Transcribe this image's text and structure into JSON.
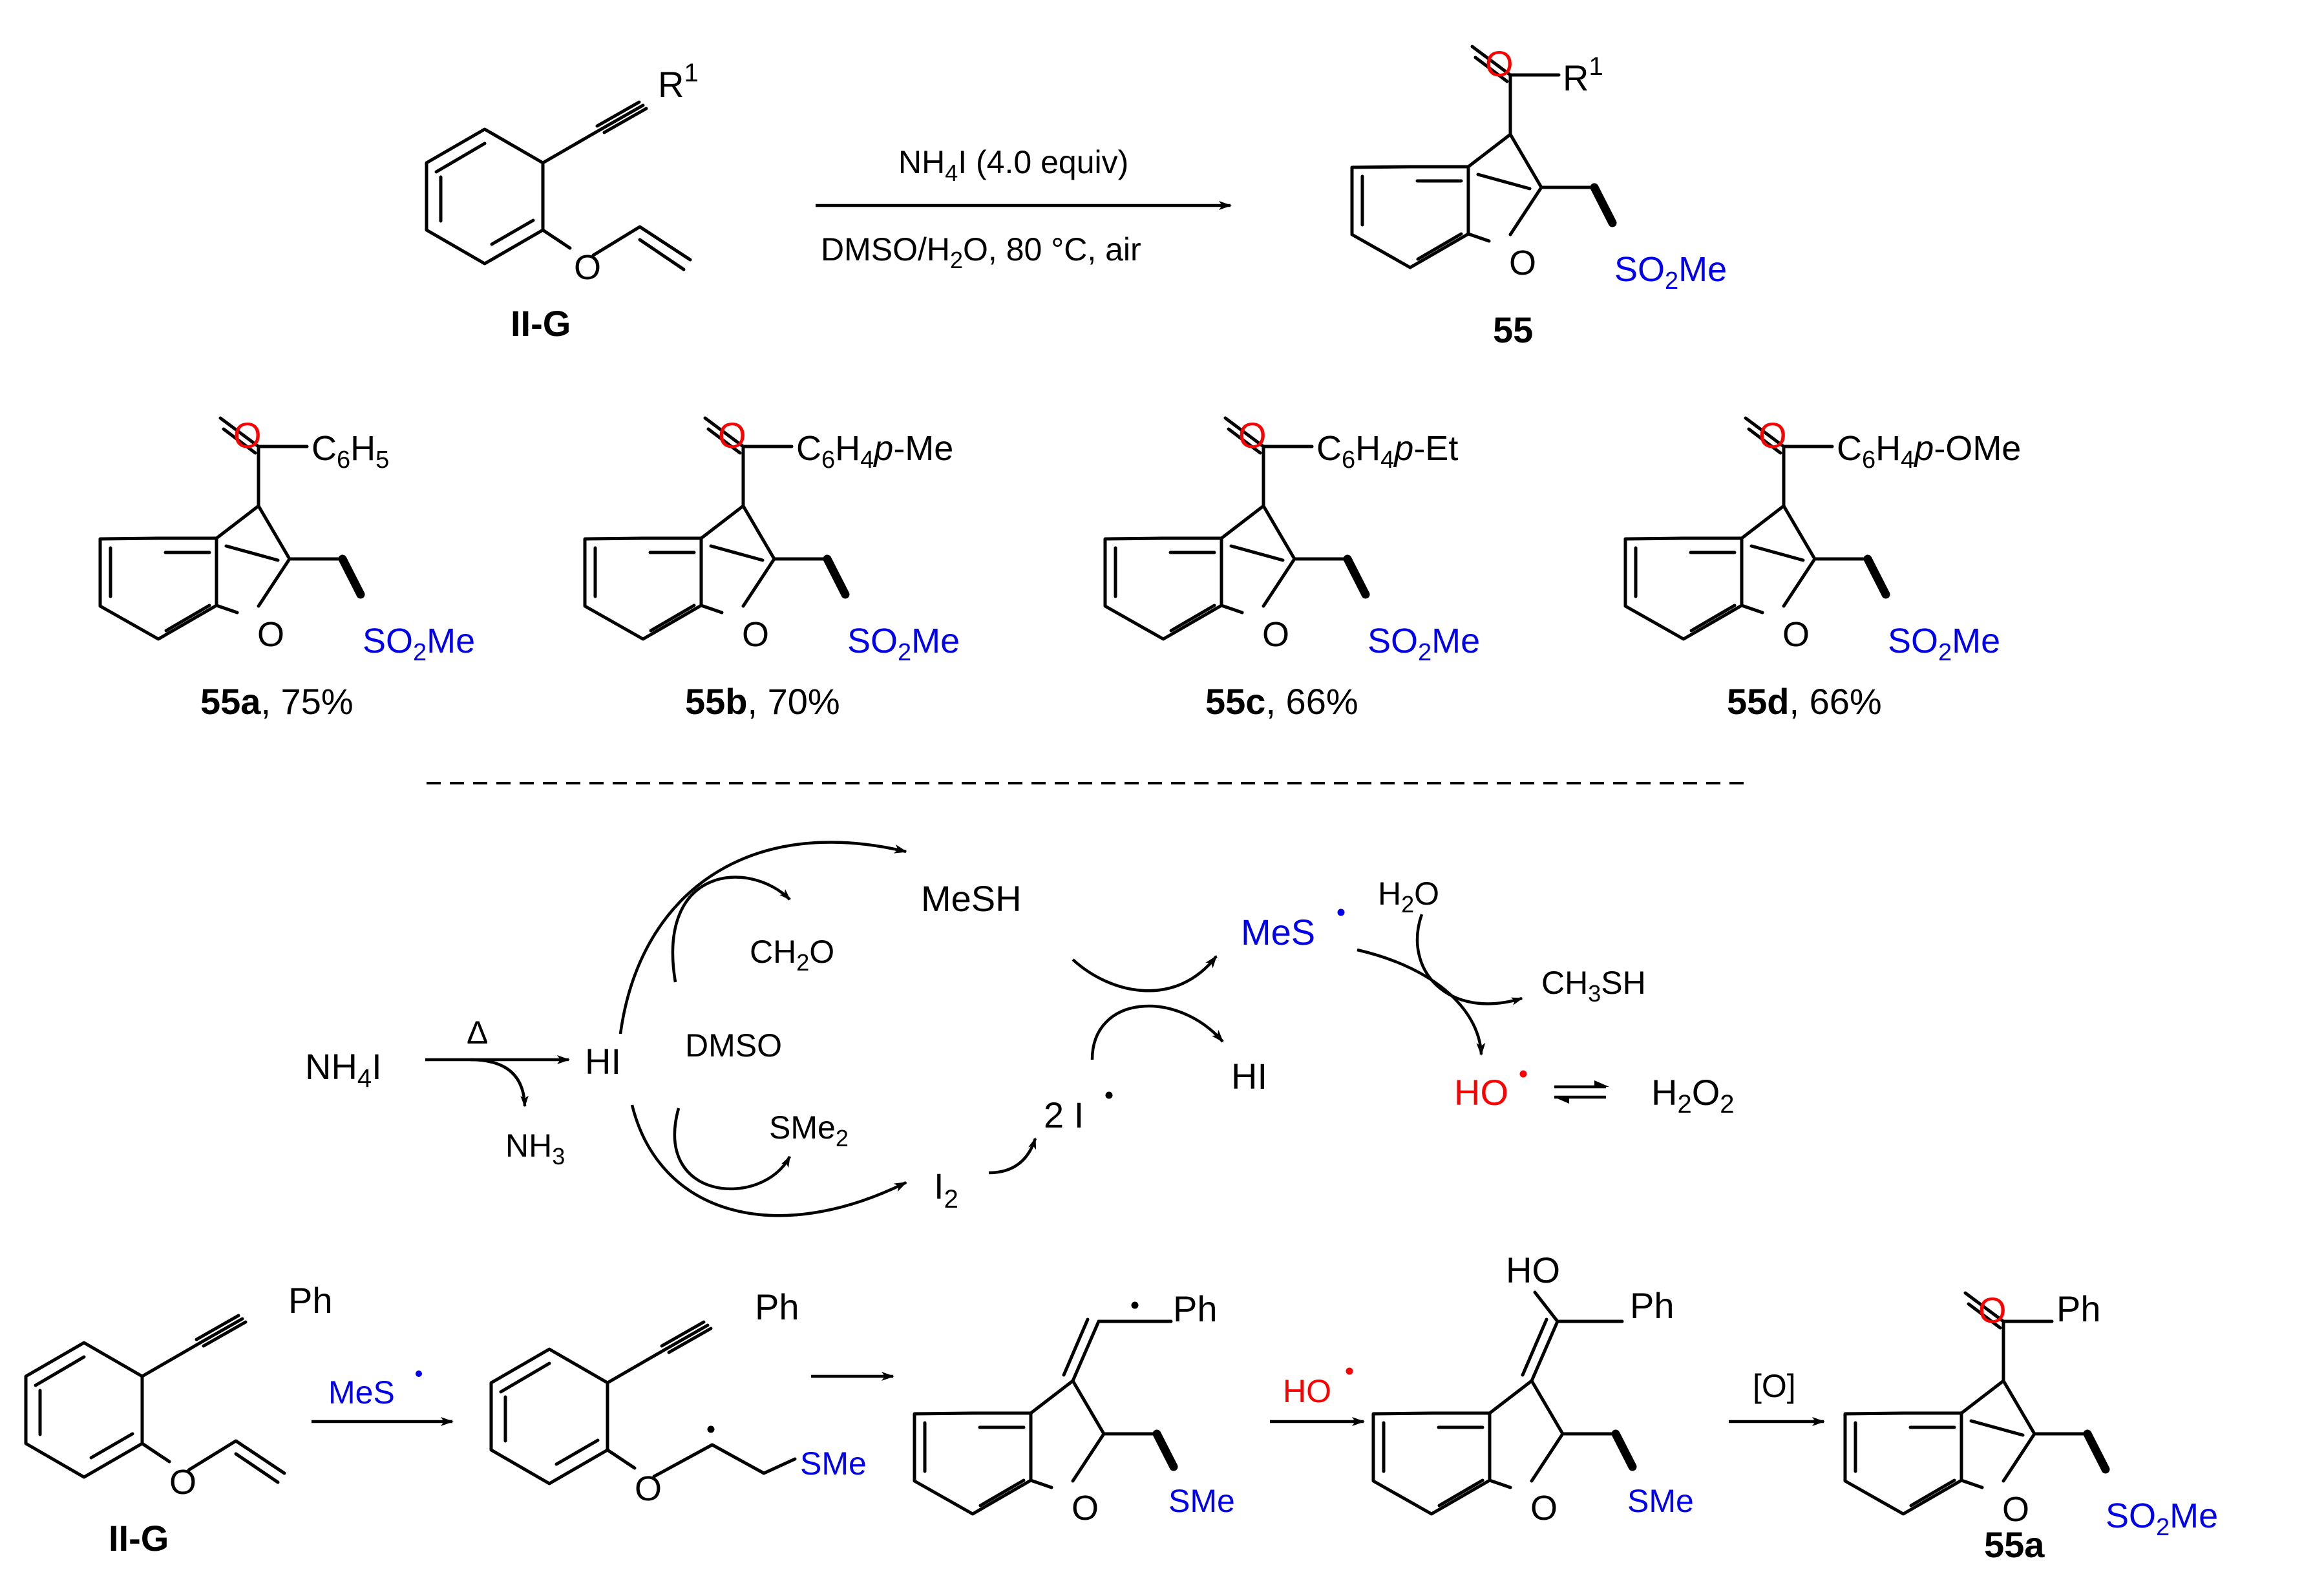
{
  "reaction": {
    "reagent_line1": "NH4I (4.0 equiv)",
    "reagent_line1_main": "NH",
    "reagent_line1_sub": "4",
    "reagent_line1_rest": "I (4.0 equiv)",
    "conditions_line2_main": "DMSO/H",
    "conditions_line2_sub": "2",
    "conditions_line2_rest": "O, 80 °C, air",
    "starting_material_label": "II-G",
    "product_label": "55",
    "r_group": "R",
    "r_group_sup": "1"
  },
  "common_labels": {
    "oxygen": "O",
    "ring_oxygen": "O",
    "sulfonyl": "SO",
    "sulfonyl_sub": "2",
    "sulfonyl_rest": "Me"
  },
  "examples": [
    {
      "id": "55a",
      "yield": ", 75%",
      "substituent_main": "C",
      "substituent_sub1": "6",
      "substituent_mid": "H",
      "substituent_sub2": "5",
      "substituent_italic": "",
      "substituent_rest": ""
    },
    {
      "id": "55b",
      "yield": ", 70%",
      "substituent_main": "C",
      "substituent_sub1": "6",
      "substituent_mid": "H",
      "substituent_sub2": "4",
      "substituent_italic": "p",
      "substituent_rest": "-Me"
    },
    {
      "id": "55c",
      "yield": ", 66%",
      "substituent_main": "C",
      "substituent_sub1": "6",
      "substituent_mid": "H",
      "substituent_sub2": "4",
      "substituent_italic": "p",
      "substituent_rest": "-Et"
    },
    {
      "id": "55d",
      "yield": ", 66%",
      "substituent_main": "C",
      "substituent_sub1": "6",
      "substituent_mid": "H",
      "substituent_sub2": "4",
      "substituent_italic": "p",
      "substituent_rest": "-OMe"
    }
  ],
  "mechanism": {
    "nh4i_main": "NH",
    "nh4i_sub": "4",
    "nh4i_rest": "I",
    "heat": "Δ",
    "hi": "HI",
    "nh3_main": "NH",
    "nh3_sub": "3",
    "dmso": "DMSO",
    "ch2o_main": "CH",
    "ch2o_sub": "2",
    "ch2o_rest": "O",
    "mesh": "MeSH",
    "sme2_main": "SMe",
    "sme2_sub": "2",
    "i2_main": "I",
    "i2_sub": "2",
    "two_i_radical": "2 I",
    "mes_radical": "MeS",
    "hi2": "HI",
    "h2o_main": "H",
    "h2o_sub": "2",
    "h2o_rest": "O",
    "ch3sh_main": "CH",
    "ch3sh_sub": "3",
    "ch3sh_rest": "SH",
    "ho_radical": "HO",
    "h2o2_main": "H",
    "h2o2_sub1": "2",
    "h2o2_mid": "O",
    "h2o2_sub2": "2"
  },
  "pathway": {
    "ph": "Ph",
    "sme": "SMe",
    "ho": "HO",
    "oxidant": "[O]",
    "step1_reagent": "MeS",
    "step3_reagent": "HO",
    "start_label": "II-G",
    "final_label": "55a"
  },
  "colors": {
    "heteroatom_red": "#ff0000",
    "sulfur_blue": "#0000ee",
    "bond_black": "#000000"
  }
}
